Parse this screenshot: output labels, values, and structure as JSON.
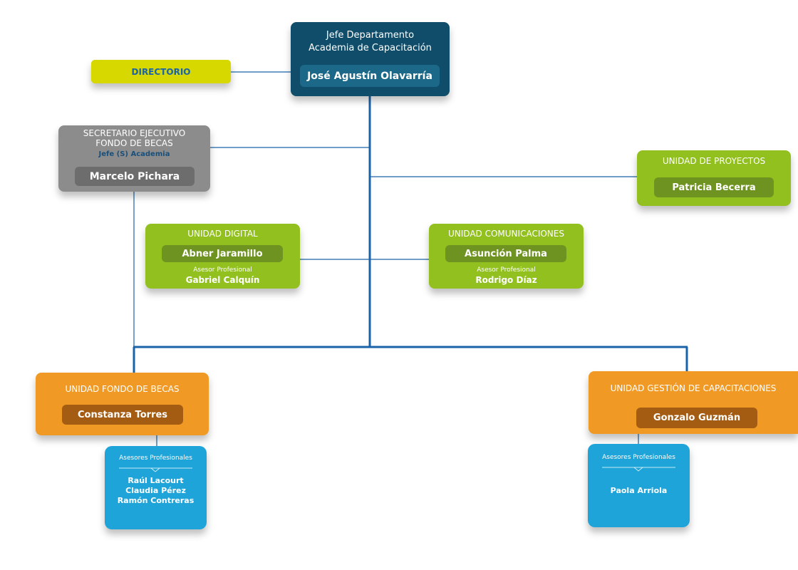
{
  "colors": {
    "line": "#1a63a8",
    "navy": "#0f4d6a",
    "gray": "#8c8c8c",
    "green": "#92c01f",
    "orange": "#f09a25",
    "blue": "#1ea4d8",
    "yellow": "#d6d800"
  },
  "head": {
    "title1": "Jefe Departamento",
    "title2": "Academia de Capacitación",
    "name": "José Agustín Olavarría"
  },
  "directorio": {
    "label": "DIRECTORIO"
  },
  "secretario": {
    "title1": "SECRETARIO EJECUTIVO",
    "title2": "FONDO DE BECAS",
    "subtitle": "Jefe (S) Academia",
    "name": "Marcelo Pichara"
  },
  "proyectos": {
    "title": "UNIDAD DE PROYECTOS",
    "name": "Patricia Becerra"
  },
  "digital": {
    "title": "UNIDAD DIGITAL",
    "name": "Abner Jaramillo",
    "advisor_label": "Asesor Profesional",
    "advisor_name": "Gabriel Calquín"
  },
  "comunicaciones": {
    "title": "UNIDAD COMUNICACIONES",
    "name": "Asunción Palma",
    "advisor_label": "Asesor Profesional",
    "advisor_name": "Rodrigo Díaz"
  },
  "fondo_becas": {
    "title": "UNIDAD FONDO DE BECAS",
    "name": "Constanza Torres",
    "advisors_label": "Asesores Profesionales",
    "advisors": [
      "Raúl Lacourt",
      "Claudia Pérez",
      "Ramón Contreras"
    ]
  },
  "capacitaciones": {
    "title": "UNIDAD GESTIÓN DE CAPACITACIONES",
    "name": "Gonzalo Guzmán",
    "advisors_label": "Asesores Profesionales",
    "advisors": [
      "Paola Arriola"
    ]
  }
}
